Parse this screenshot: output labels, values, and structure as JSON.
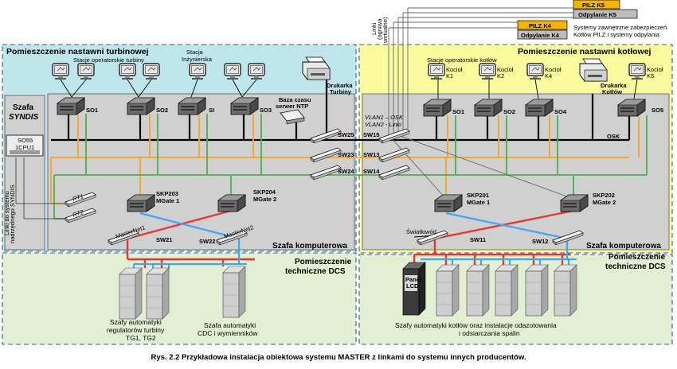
{
  "zones": {
    "turbine_room": "Pomieszczenie nastawni turbinowej",
    "boiler_room": "Pomieszczenie nastawni kotłowej",
    "tech_left_line1": "Pomieszczenie",
    "tech_left_line2": "techniczne DCS",
    "tech_right_line1": "Pomieszczenie",
    "tech_right_line2": "techniczne DCS",
    "server_left": "Szafa komputerowa",
    "server_right": "Szafa komputerowa"
  },
  "syndis": {
    "title1": "Szafa",
    "title2": "SYNDIS",
    "box_line1": "SO55",
    "box_line2": "1CPU1",
    "vertical_line1": "Linki do systemu",
    "vertical_line2": "nadrzędnego SYNDIS",
    "rt1": "RT1",
    "rt2": "RT2"
  },
  "turbine": {
    "stations_label": "Stacje operatorskie turbiny",
    "eng_line1": "Stacja",
    "eng_line2": "Inżynierska",
    "printer_line1": "Drukarka",
    "printer_line2": "Turbiny",
    "ntp_line1": "Baza czasu",
    "ntp_line2": "serwer NTP",
    "so1": "SO1",
    "so2": "SO2",
    "si": "SI",
    "so3": "SO3",
    "skp203": "SKP203",
    "mgate1": "MGate 1",
    "skp204": "SKP204",
    "mgate2": "MGate 2",
    "sw21": "SW21",
    "sw22": "SW22",
    "sw25": "SW25",
    "sw23": "SW23",
    "sw24": "SW24",
    "ms1": "MasterNet1",
    "ms2": "MasterNet2"
  },
  "boiler": {
    "stations_label": "Stacje operatorskie kotłów",
    "k1_line1": "Kocioł",
    "k1_line2": "K1",
    "k2_line1": "Kocioł",
    "k2_line2": "K2",
    "k4_line1": "Kocioł",
    "k4_line2": "K4",
    "k5_line1": "Kocioł",
    "k5_line2": "K5",
    "printer_line1": "Drukarka",
    "printer_line2": "Kotłów",
    "so1": "SO1",
    "so2": "SO2",
    "so4": "SO4",
    "so5": "SO5",
    "osk": "OSK",
    "vlan1": "VLAN1 – OSK",
    "vlan2": "VLAN2 - Linki",
    "sw15": "SW15",
    "sw13": "SW13",
    "sw14": "SW14",
    "skp201": "SKP201",
    "mgate1": "MGate 1",
    "skp202": "SKP202",
    "mgate2": "MGate 2",
    "sw11": "SW11",
    "sw12": "SW12",
    "fiber": "Światłowód",
    "panel_line1": "Panel",
    "panel_line2": "LCD"
  },
  "virtual_links": {
    "line1": "Linki",
    "line2": "(ogniwa",
    "line3": "wirtualne)"
  },
  "external": {
    "pilz_k5": "PILZ K5",
    "odp_k5": "Odpylanie K5",
    "pilz_k4": "PILZ K4",
    "odp_k4": "Odpylanie K4",
    "desc_line1": "Systemy zawnętrzne zabezpieczeń",
    "desc_line2": "Kotłów PILZ i systemy odpylania"
  },
  "cabinets": {
    "turbine_line1": "Szafy automatyki",
    "turbine_line2": "regulatorów turbiny",
    "turbine_line3": "TG1, TG2",
    "cdc_line1": "Szafa automatyki",
    "cdc_line2": "CDC i wymienników",
    "boiler_line1": "Szafy automatyki kotłów oraz instalacje odazotowania",
    "boiler_line2": "i odsiarczania spalin"
  },
  "caption": "Rys. 2.2 Przykładowa instalacja obiektowa systemu MASTER z linkami do systemu innych producentów.",
  "colors": {
    "turbine_bg": "#bfe6ea",
    "boiler_bg": "#fafa9e",
    "tech_bg": "#e2efd2",
    "server_bg": "#d0d0d0",
    "network_black": "#000000",
    "network_orange": "#f5a623",
    "network_green": "#4caf50",
    "masternet_red": "#e53935",
    "masternet_blue": "#42a5f5",
    "pilz_yellow": "#f5b400",
    "odp_gray": "#bdbdbd"
  }
}
